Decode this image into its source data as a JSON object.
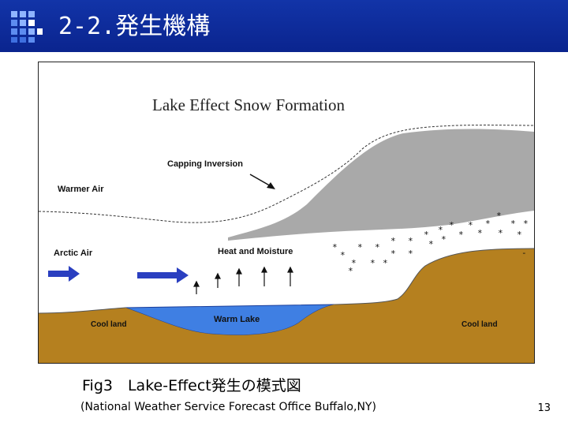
{
  "slide": {
    "title": "2-2.発生機構",
    "page_number": "13"
  },
  "figure": {
    "title": "Lake Effect Snow Formation",
    "labels": {
      "capping_inversion": "Capping Inversion",
      "warmer_air": "Warmer Air",
      "arctic_air": "Arctic Air",
      "heat_and_moisture": "Heat and Moisture",
      "warm_lake": "Warm Lake",
      "cool_land_left": "Cool land",
      "cool_land_right": "Cool land"
    },
    "colors": {
      "land": "#b5801f",
      "lake": "#3f7fe3",
      "cloud": "#a9a9a9",
      "arrow": "#2a3fc0"
    }
  },
  "caption": "Fig3　Lake-Effect発生の模式図",
  "source": "(National Weather Service Forecast Office Buffalo,NY)"
}
